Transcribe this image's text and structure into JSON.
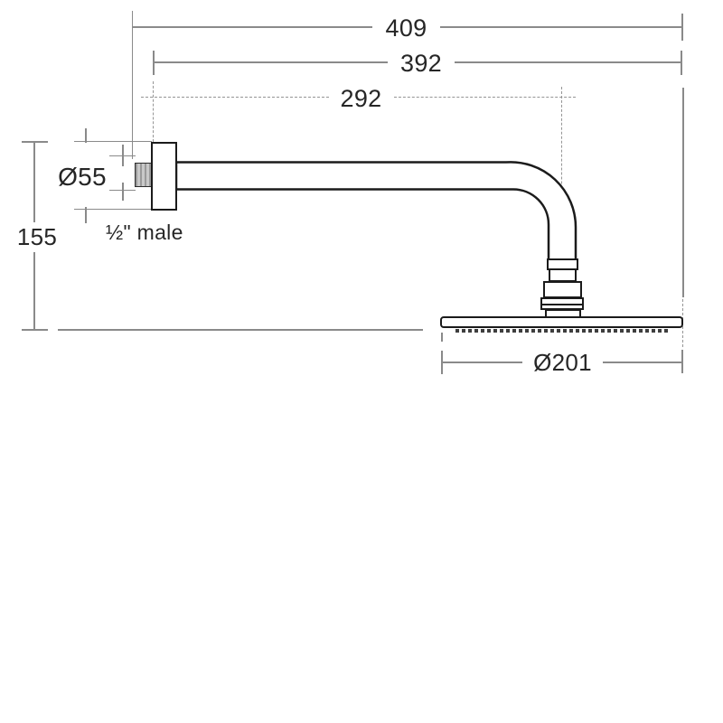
{
  "drawing": {
    "title": "Wall-mounted shower arm and rain head dimensional diagram",
    "colors": {
      "outline": "#1b1b1b",
      "dimension_lines": "#8a8a8a",
      "label_text": "#262626",
      "background": "#ffffff"
    },
    "dimensions": {
      "overall_length": "409",
      "arm_length": "392",
      "wall_to_head_center": "292",
      "flange_diameter": "Ø55",
      "drop_height": "155",
      "thread_type": "½\" male",
      "head_diameter": "Ø201"
    }
  }
}
